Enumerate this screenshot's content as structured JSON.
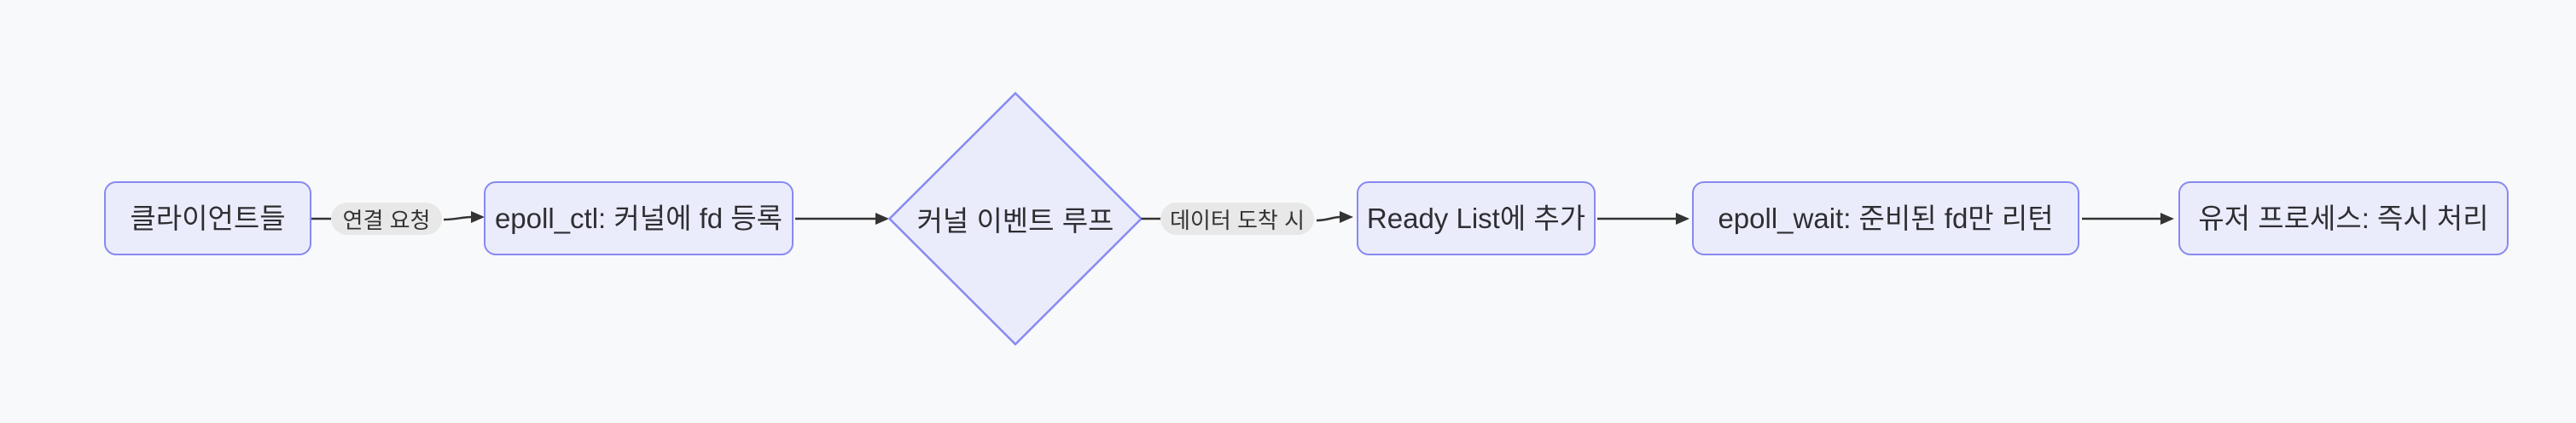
{
  "diagram": {
    "type": "flowchart",
    "direction": "left-to-right",
    "nodes": [
      {
        "id": "clients",
        "label": "클라이언트들",
        "shape": "rounded-rect"
      },
      {
        "id": "epoll_ctl",
        "label": "epoll_ctl: 커널에 fd 등록",
        "shape": "rounded-rect"
      },
      {
        "id": "kernel_loop",
        "label": "커널 이벤트 루프",
        "shape": "diamond"
      },
      {
        "id": "ready_list",
        "label": "Ready List에 추가",
        "shape": "rounded-rect"
      },
      {
        "id": "epoll_wait",
        "label": "epoll_wait: 준비된 fd만 리턴",
        "shape": "rounded-rect"
      },
      {
        "id": "user_process",
        "label": "유저 프로세스: 즉시 처리",
        "shape": "rounded-rect"
      }
    ],
    "edges": [
      {
        "from": "clients",
        "to": "epoll_ctl",
        "label": "연결 요청"
      },
      {
        "from": "epoll_ctl",
        "to": "kernel_loop",
        "label": ""
      },
      {
        "from": "kernel_loop",
        "to": "ready_list",
        "label": "데이터 도착 시"
      },
      {
        "from": "ready_list",
        "to": "epoll_wait",
        "label": ""
      },
      {
        "from": "epoll_wait",
        "to": "user_process",
        "label": ""
      }
    ],
    "colors": {
      "background": "#f8f9fa",
      "node_fill": "#ebecfb",
      "node_border": "#8789f2",
      "node_text": "#2e2e33",
      "edge_line": "#333333",
      "edge_label_bg": "#e8e8e8",
      "edge_label_text": "#333333"
    }
  }
}
